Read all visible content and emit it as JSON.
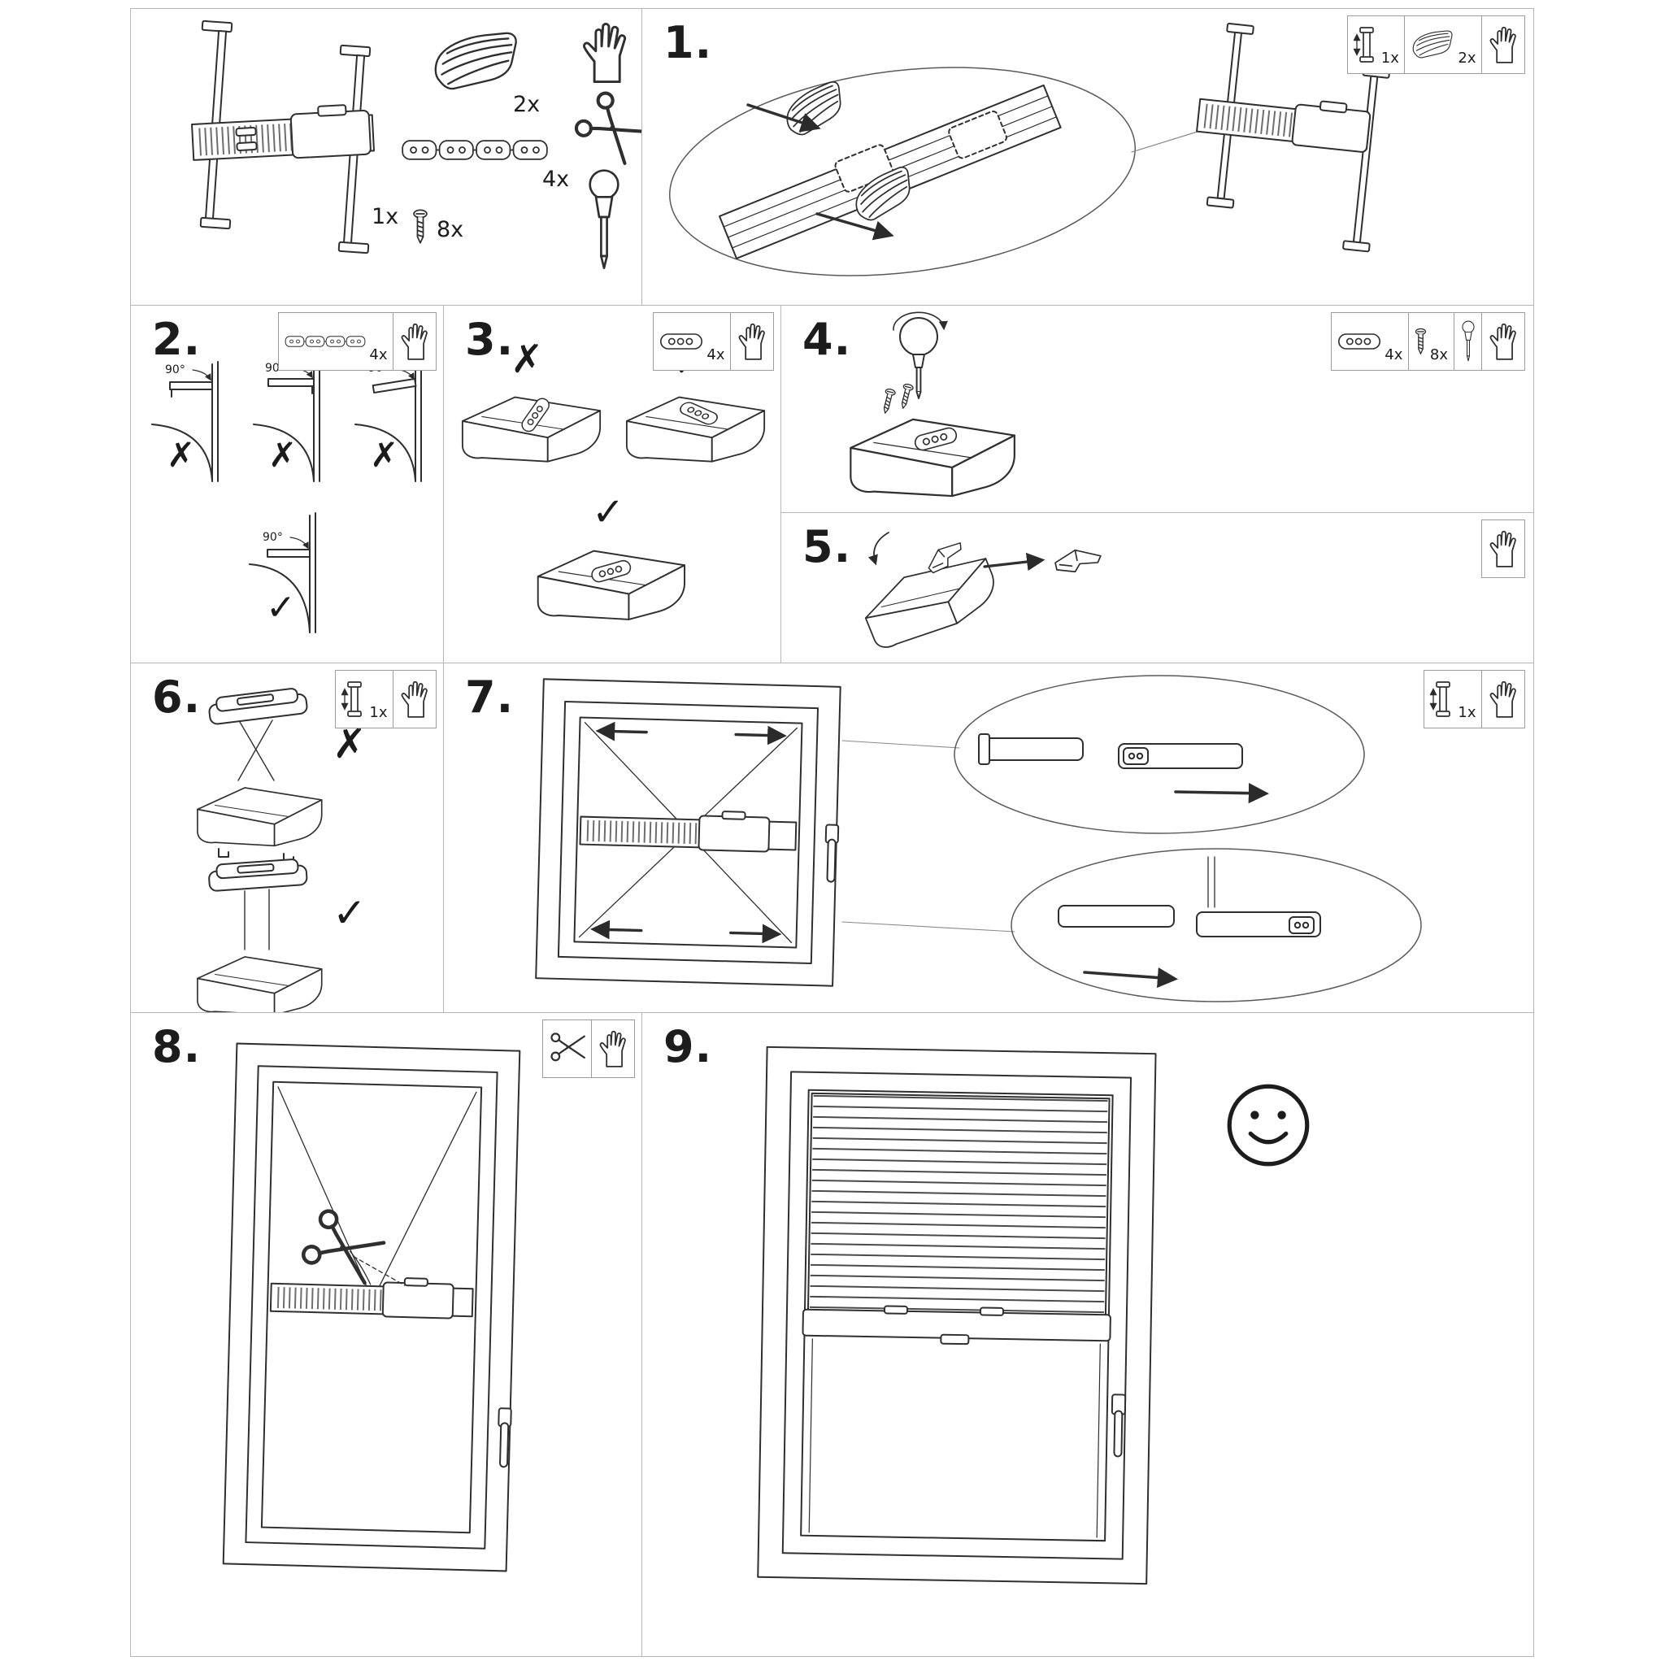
{
  "symbols": {
    "cross": "✗",
    "check": "✓"
  },
  "parts_overview": {
    "blind_qty": "1x",
    "clip_qty": "2x",
    "bracket_strip_qty": "4x",
    "screw_qty": "8x"
  },
  "steps": {
    "s1": {
      "label": "1.",
      "rail_qty": "1x",
      "clip_qty": "2x"
    },
    "s2": {
      "label": "2.",
      "bracket_qty": "4x",
      "angle": "90°"
    },
    "s3": {
      "label": "3.",
      "bracket_qty": "4x"
    },
    "s4": {
      "label": "4.",
      "bracket_qty": "4x",
      "screw_qty": "8x"
    },
    "s5": {
      "label": "5."
    },
    "s6": {
      "label": "6.",
      "rail_qty": "1x"
    },
    "s7": {
      "label": "7.",
      "rail_qty": "1x"
    },
    "s8": {
      "label": "8."
    },
    "s9": {
      "label": "9."
    }
  }
}
